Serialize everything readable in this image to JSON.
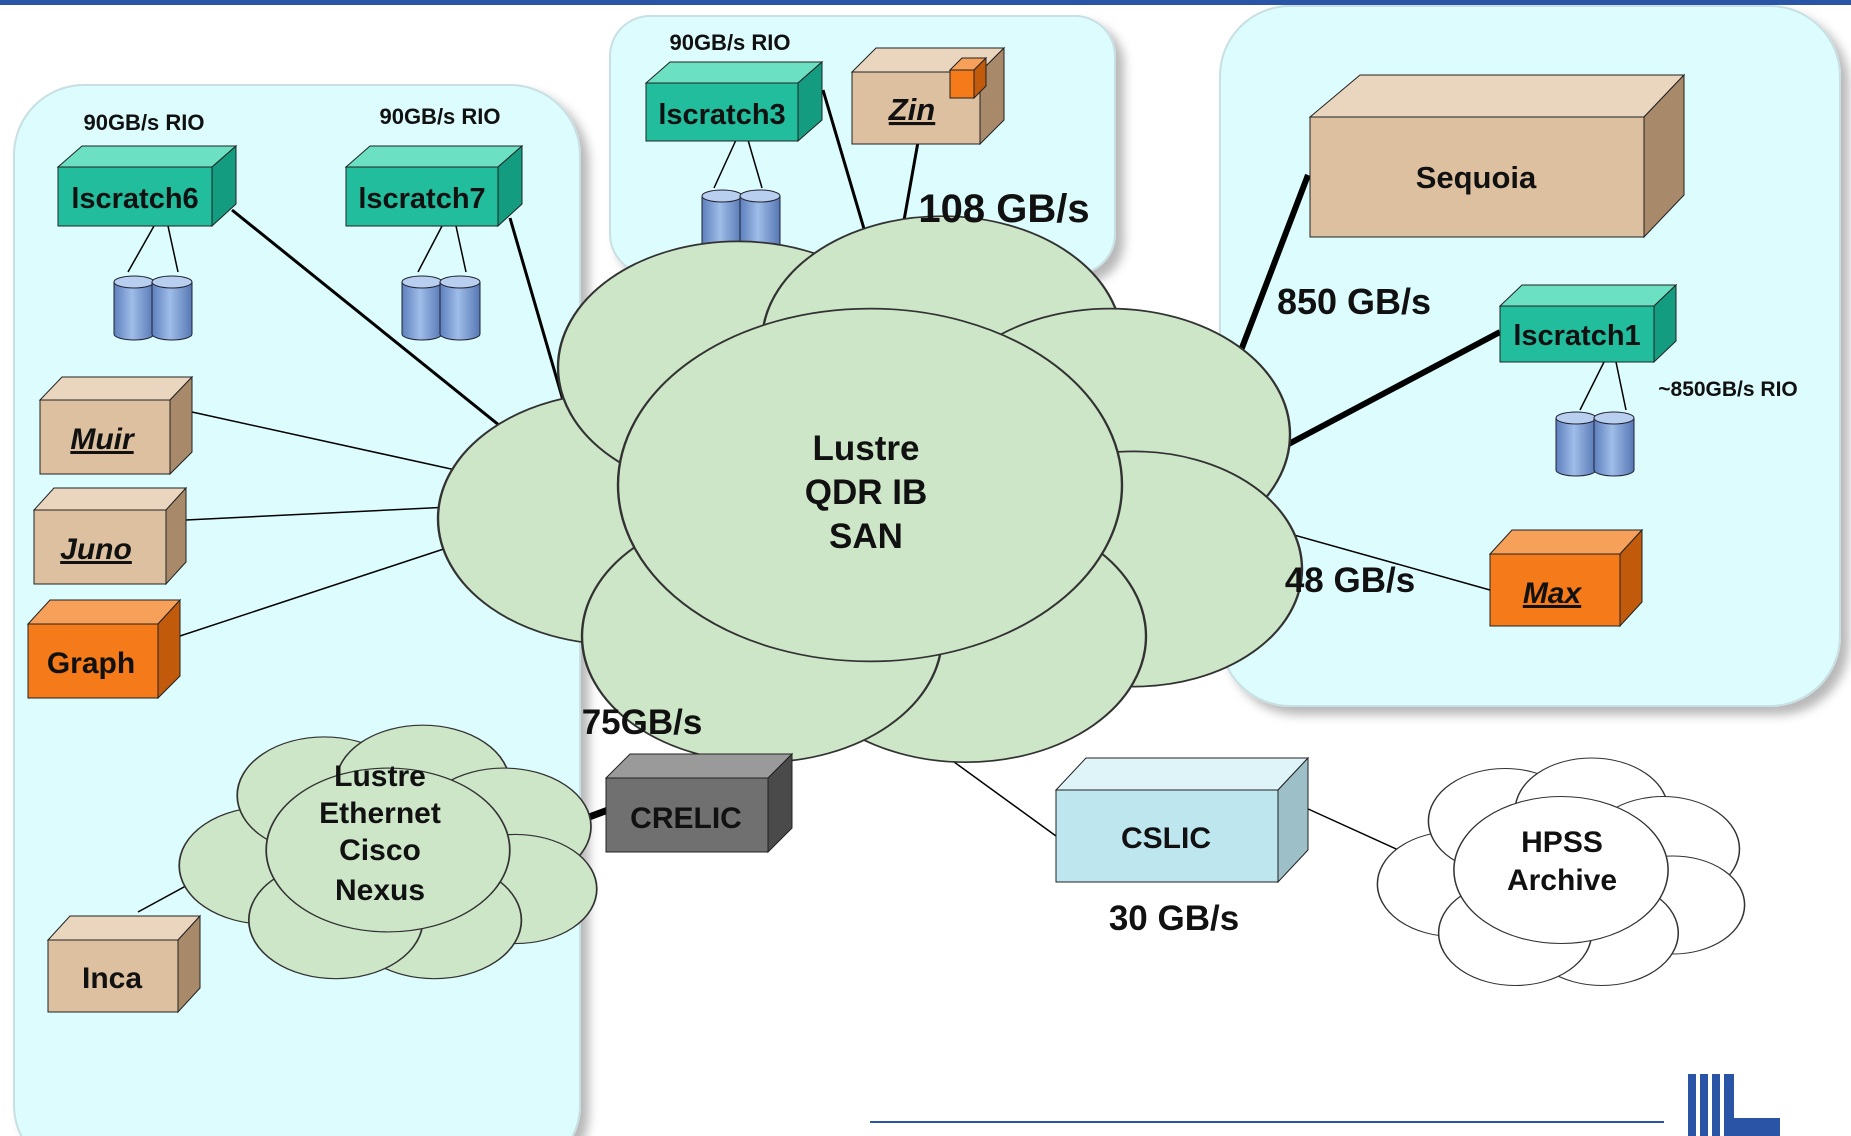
{
  "colors": {
    "topbar": "#2a55a6",
    "region_fill": "#dcfcfd",
    "tan": "#dcc0a0",
    "orange": "#f47a1a",
    "teal": "#22bd9d",
    "cloud_green": "#cde6c8",
    "cloud_white": "#ffffff",
    "gray_box": "#707070",
    "light_blue_box": "#bde6ee",
    "disk_blue": "#7f9fd4"
  },
  "rio_labels": {
    "iscratch6": "90GB/s RIO",
    "iscratch7": "90GB/s RIO",
    "iscratch3": "90GB/s RIO",
    "iscratch1": "~850GB/s RIO"
  },
  "nodes": {
    "iscratch6": "lscratch6",
    "iscratch7": "lscratch7",
    "iscratch3": "lscratch3",
    "iscratch1": "lscratch1",
    "zin": "Zin",
    "sequoia": "Sequoia",
    "muir": "Muir",
    "juno": "Juno",
    "graph": "Graph",
    "inca": "Inca",
    "max": "Max",
    "crelic": "CRELIC",
    "cslic": "CSLIC"
  },
  "clouds": {
    "lustre_san": [
      "Lustre",
      "QDR IB",
      "SAN"
    ],
    "lustre_ethernet": [
      "Lustre",
      "Ethernet",
      "Cisco",
      "Nexus"
    ],
    "hpss": [
      "HPSS",
      "Archive"
    ]
  },
  "bandwidths": {
    "zin": "108 GB/s",
    "sequoia": "850 GB/s",
    "max": "48 GB/s",
    "crelic": "75GB/s",
    "cslic": "30 GB/s"
  }
}
